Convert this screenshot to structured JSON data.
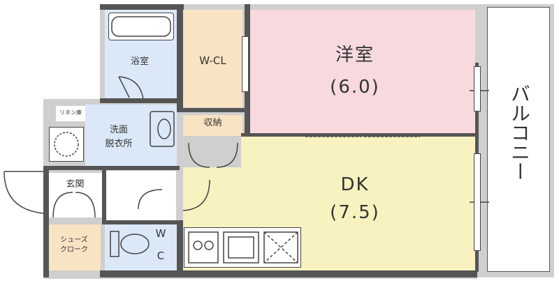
{
  "rooms": {
    "western_room": {
      "name": "洋室",
      "size": "(6.0)"
    },
    "dk": {
      "name": "DK",
      "size": "(7.5)"
    },
    "walk_in_closet": "W-CL",
    "bathroom": "浴室",
    "washroom": {
      "line1": "洗面",
      "line2": "脱衣所"
    },
    "storage": "収納",
    "entrance": "玄関",
    "shoe_closet": {
      "line1": "シューズ",
      "line2": "クローク"
    },
    "toilet": {
      "line1": "W",
      "line2": "C"
    },
    "linen": "リネン庫",
    "balcony": "バルコニー"
  },
  "colors": {
    "western_room": "#f7d9de",
    "dk": "#f8f2c0",
    "walk_in_closet": "#f8e3c3",
    "storage": "#f8e3c3",
    "shoe_closet": "#f8e3c3",
    "bath_tile": "#dbe8f7",
    "walls": "#555555",
    "background_gray": "#cfcfcf"
  }
}
